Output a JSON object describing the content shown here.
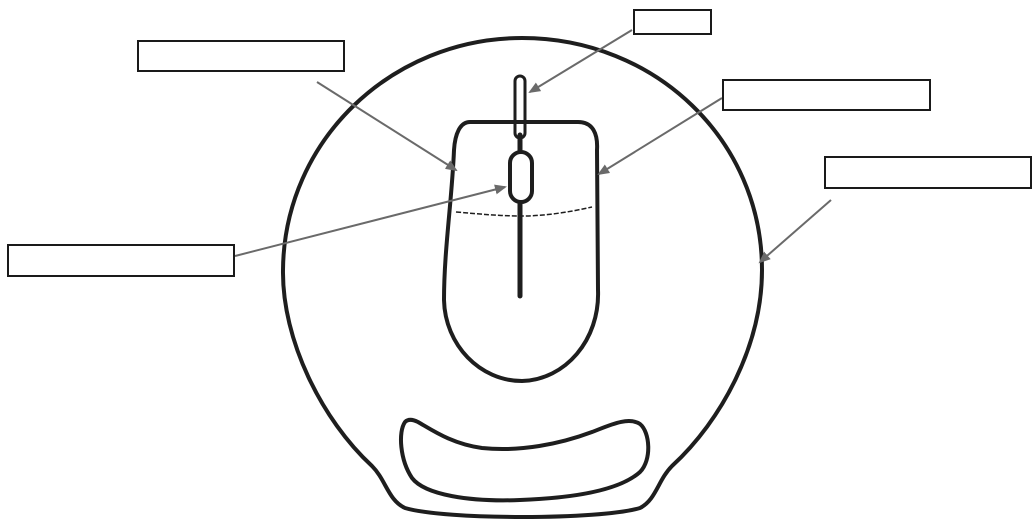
{
  "diagram": {
    "line_color": "#1e1e1e",
    "leader_color": "#6a6a6a",
    "background": "#ffffff",
    "labels": [
      {
        "id": "label-top-left",
        "text": ""
      },
      {
        "id": "label-top-center",
        "text": ""
      },
      {
        "id": "label-top-right",
        "text": ""
      },
      {
        "id": "label-right",
        "text": ""
      },
      {
        "id": "label-left",
        "text": ""
      }
    ]
  }
}
